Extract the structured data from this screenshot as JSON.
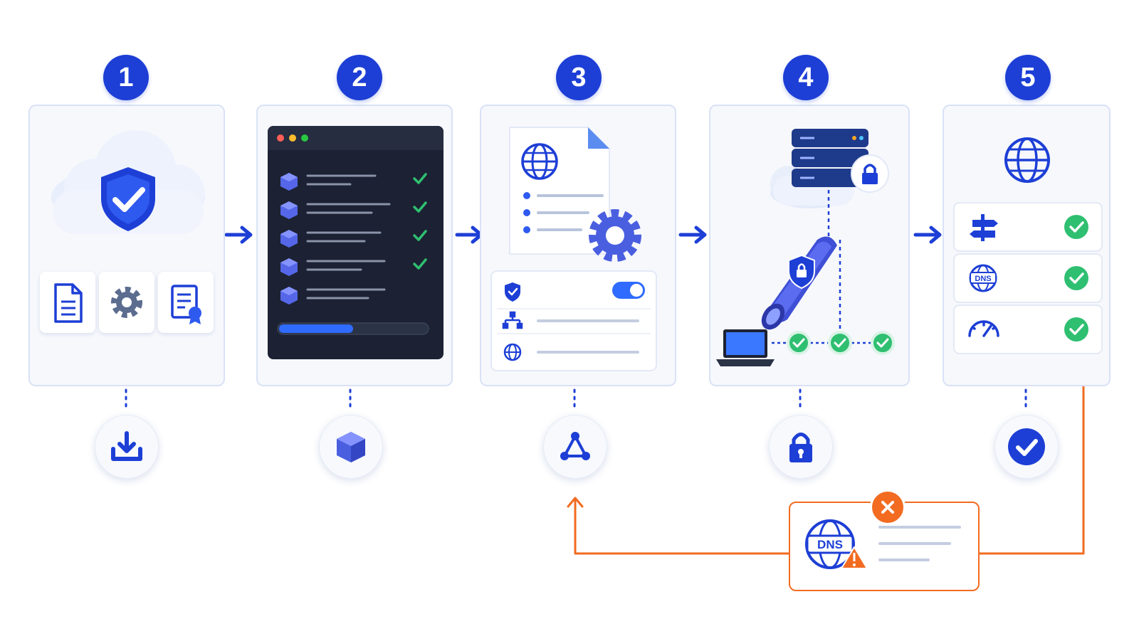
{
  "steps": [
    {
      "number": "1",
      "node_icon": "download-icon",
      "card_icons": [
        "cloud-shield-check-icon",
        "document-icon",
        "gear-icon",
        "certificate-icon"
      ]
    },
    {
      "number": "2",
      "node_icon": "cube-icon",
      "card_icons": [
        "terminal-window-icon",
        "package-icon",
        "check-icon",
        "progress-bar"
      ],
      "install_progress": 0.5
    },
    {
      "number": "3",
      "node_icon": "network-nodes-icon",
      "card_icons": [
        "globe-document-icon",
        "gear-icon",
        "shield-check-icon",
        "toggle-switch",
        "sitemap-icon",
        "globe-icon"
      ],
      "toggle_on": true
    },
    {
      "number": "4",
      "node_icon": "padlock-icon",
      "card_icons": [
        "server-stack-icon",
        "padlock-icon",
        "encrypted-tunnel-icon",
        "laptop-icon",
        "check-circle-icon"
      ]
    },
    {
      "number": "5",
      "node_icon": "check-circle-icon",
      "card_icons": [
        "globe-icon",
        "signpost-icon",
        "dns-globe-icon",
        "speedometer-icon",
        "check-circle-icon"
      ]
    }
  ],
  "failure": {
    "icon": "dns-warning-icon",
    "badge_icon": "close-icon",
    "loops_back_to_step": "3"
  },
  "colors": {
    "accent": "#1d3fd6",
    "success": "#2fbf71",
    "error": "#f26b21",
    "card_border": "#d9e2f6",
    "terminal": "#1c2233"
  }
}
